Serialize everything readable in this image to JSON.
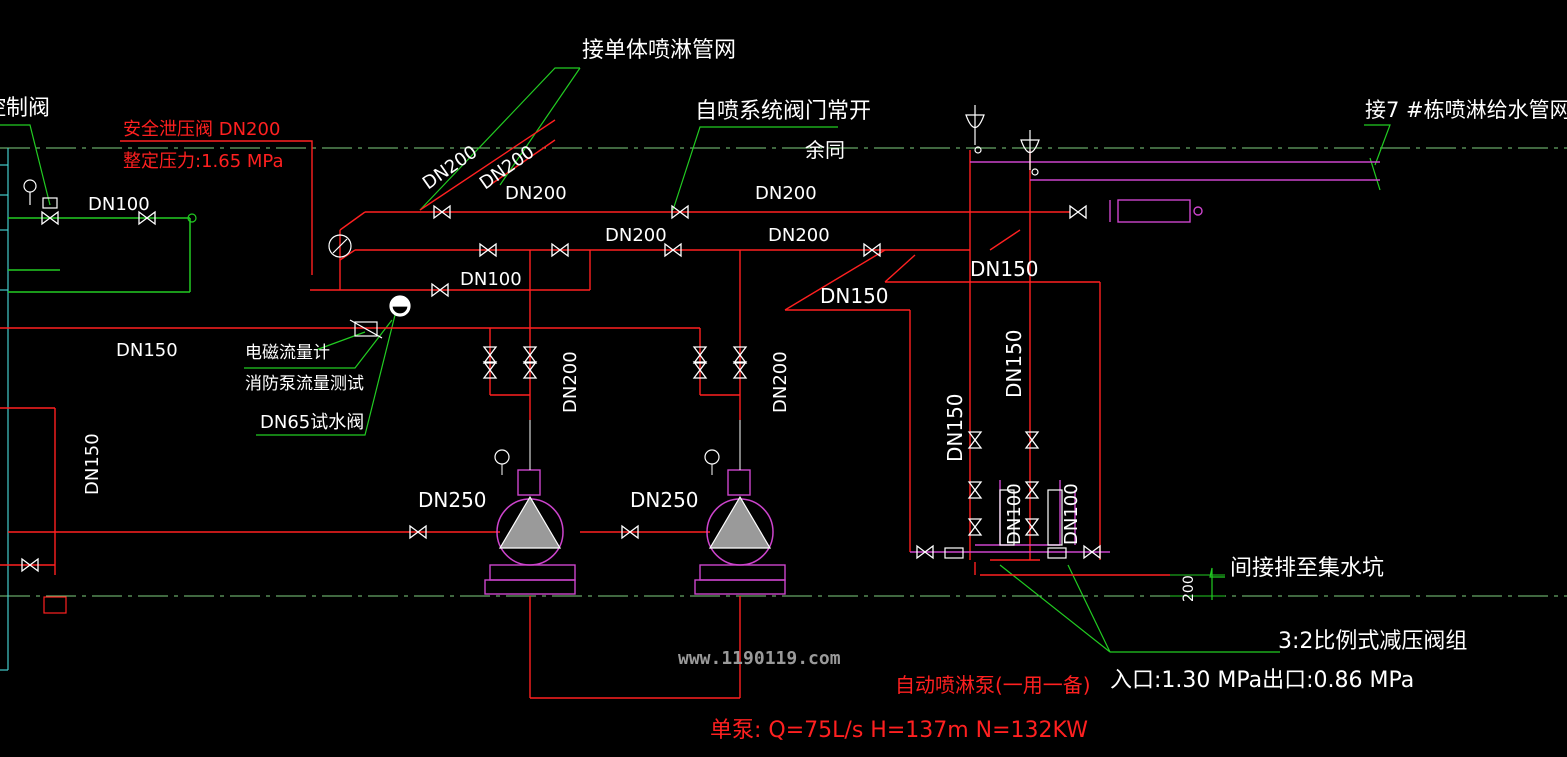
{
  "labels": {
    "control_valve_partial": "控制阀",
    "relief_valve": "安全泄压阀 DN200",
    "set_pressure": "整定压力:1.65 MPa",
    "connect_single_sprinkler": "接单体喷淋管网",
    "dn200_diag_1": "DN200",
    "dn200_diag_2": "DN200",
    "dn200_a": "DN200",
    "valve_normally_open": "自喷系统阀门常开",
    "same_rest": "余同",
    "dn200_b": "DN200",
    "dn200_c": "DN200",
    "dn200_d": "DN200",
    "dn100_left": "DN100",
    "dn100_mid": "DN100",
    "dn150_left": "DN150",
    "dn150_mid": "DN150",
    "dn150_right": "DN150",
    "dn150_vert_left": "DN150",
    "dn150_vert_right1": "DN150",
    "dn150_vert_right2": "DN150",
    "dn200_vert_1": "DN200",
    "dn200_vert_2": "DN200",
    "dn250_1": "DN250",
    "dn250_2": "DN250",
    "dn100_vert_1": "DN100",
    "dn100_vert_2": "DN100",
    "flowmeter": "电磁流量计",
    "flow_test": "消防泵流量测试",
    "test_valve": "DN65试水阀",
    "connect_bldg7": "接7 #栋喷淋给水管网",
    "drain_to_sump": "间接排至集水坑",
    "dim_200": "200",
    "prv_group": "3:2比例式减压阀组",
    "prv_pressures": "入口:1.30 MPa出口:0.86 MPa",
    "pump_title": "自动喷淋泵(一用一备)",
    "pump_spec": "单泵: Q=75L/s H=137m N=132KW",
    "watermark": "www.1190119.com"
  },
  "colors": {
    "background": "#000000",
    "pipe_red": "#ff2020",
    "leader_green": "#22cc22",
    "axis_green": "#7fd07f",
    "magenta": "#cc44cc",
    "cyan": "#44cccc",
    "white": "#ffffff",
    "pump_fill": "#9a9a9a"
  }
}
